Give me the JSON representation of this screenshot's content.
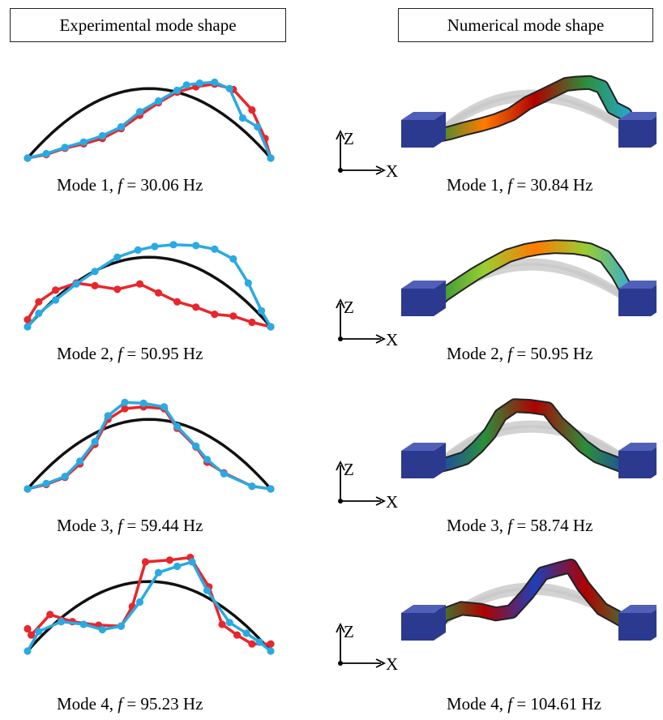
{
  "headers": {
    "experimental": "Experimental  mode shape",
    "numerical": "Numerical  mode shape"
  },
  "axes": {
    "z_label": "Z",
    "x_label": "X"
  },
  "caption_parts": {
    "equals": " = ",
    "unit": " Hz",
    "f_symbol": "f"
  },
  "colors": {
    "undeformed": "#111111",
    "series_red": "#e8262b",
    "series_blue": "#29aae2",
    "support": "#2b3a8f",
    "ghost": "#c8c8c8"
  },
  "modes": [
    {
      "exp_label": "Mode 1,",
      "exp_freq": "30.06",
      "num_label": "Mode 1,",
      "num_freq": "30.84",
      "red": [
        [
          0,
          0
        ],
        [
          1,
          0.04
        ],
        [
          2,
          0.11
        ],
        [
          3,
          0.16
        ],
        [
          4,
          0.22
        ],
        [
          5,
          0.33
        ],
        [
          6,
          0.48
        ],
        [
          7,
          0.62
        ],
        [
          8,
          0.74
        ],
        [
          9,
          0.8
        ],
        [
          10,
          0.83
        ],
        [
          11,
          0.77
        ],
        [
          12,
          0.54
        ],
        [
          12.7,
          0.22
        ],
        [
          13,
          0.0
        ]
      ],
      "blue": [
        [
          0,
          0
        ],
        [
          1,
          0.05
        ],
        [
          2,
          0.12
        ],
        [
          3,
          0.18
        ],
        [
          4,
          0.25
        ],
        [
          5,
          0.35
        ],
        [
          6,
          0.52
        ],
        [
          7,
          0.64
        ],
        [
          8,
          0.76
        ],
        [
          8.5,
          0.82
        ],
        [
          9.2,
          0.84
        ],
        [
          10,
          0.85
        ],
        [
          10.8,
          0.78
        ],
        [
          11.5,
          0.45
        ],
        [
          12.3,
          0.35
        ],
        [
          13,
          0.0
        ]
      ],
      "colorbar": [
        "#2a8f3a",
        "#ff7a00",
        "#b00000",
        "#2a8f3a",
        "#29aae2"
      ]
    },
    {
      "exp_label": "Mode 2,",
      "exp_freq": "50.95",
      "num_label": "Mode 2,",
      "num_freq": "50.95",
      "red": [
        [
          0,
          0.08
        ],
        [
          0.6,
          0.28
        ],
        [
          1.5,
          0.41
        ],
        [
          2.6,
          0.49
        ],
        [
          3.6,
          0.46
        ],
        [
          4.8,
          0.42
        ],
        [
          6.0,
          0.48
        ],
        [
          7.0,
          0.38
        ],
        [
          8.0,
          0.28
        ],
        [
          9.0,
          0.22
        ],
        [
          10.0,
          0.14
        ],
        [
          11.0,
          0.12
        ],
        [
          12.0,
          0.05
        ],
        [
          13,
          0.0
        ]
      ],
      "blue": [
        [
          0,
          0.0
        ],
        [
          0.6,
          0.15
        ],
        [
          1.5,
          0.3
        ],
        [
          2.6,
          0.48
        ],
        [
          3.6,
          0.62
        ],
        [
          4.8,
          0.78
        ],
        [
          5.9,
          0.86
        ],
        [
          6.8,
          0.9
        ],
        [
          7.8,
          0.92
        ],
        [
          9.0,
          0.91
        ],
        [
          10.0,
          0.87
        ],
        [
          11.0,
          0.76
        ],
        [
          11.8,
          0.49
        ],
        [
          12.5,
          0.18
        ],
        [
          13,
          0.0
        ]
      ],
      "colorbar": [
        "#2a8f3a",
        "#9acd32",
        "#ff7a00",
        "#9acd32",
        "#29aae2"
      ]
    },
    {
      "exp_label": "Mode 3,",
      "exp_freq": "59.44",
      "num_label": "Mode 3,",
      "num_freq": "58.74",
      "red": [
        [
          0,
          0
        ],
        [
          1.0,
          0.05
        ],
        [
          2.0,
          0.13
        ],
        [
          2.8,
          0.28
        ],
        [
          3.6,
          0.5
        ],
        [
          4.3,
          0.78
        ],
        [
          5.2,
          0.9
        ],
        [
          6.2,
          0.92
        ],
        [
          7.3,
          0.9
        ],
        [
          8.0,
          0.68
        ],
        [
          9.0,
          0.47
        ],
        [
          9.6,
          0.3
        ],
        [
          10.5,
          0.18
        ],
        [
          12.0,
          0.03
        ],
        [
          13,
          0.0
        ]
      ],
      "blue": [
        [
          0,
          0
        ],
        [
          1.0,
          0.06
        ],
        [
          2.0,
          0.14
        ],
        [
          2.8,
          0.31
        ],
        [
          3.6,
          0.53
        ],
        [
          4.3,
          0.82
        ],
        [
          5.2,
          0.97
        ],
        [
          6.2,
          0.96
        ],
        [
          7.3,
          0.92
        ],
        [
          8.0,
          0.7
        ],
        [
          9.0,
          0.48
        ],
        [
          9.6,
          0.33
        ],
        [
          10.5,
          0.17
        ],
        [
          12.0,
          0.03
        ],
        [
          13,
          0.0
        ]
      ],
      "colorbar": [
        "#1e3fb8",
        "#2a8f3a",
        "#b00000",
        "#2a8f3a",
        "#1e3fb8"
      ]
    },
    {
      "exp_label": "Mode 4,",
      "exp_freq": "95.23",
      "num_label": "Mode 4,",
      "num_freq": "104.61",
      "red": [
        [
          0,
          0.25
        ],
        [
          0.2,
          0.18
        ],
        [
          1.2,
          0.41
        ],
        [
          2.4,
          0.33
        ],
        [
          3.8,
          0.29
        ],
        [
          5.0,
          0.28
        ],
        [
          5.6,
          0.5
        ],
        [
          6.3,
          1.0
        ],
        [
          7.6,
          1.02
        ],
        [
          8.7,
          1.05
        ],
        [
          9.7,
          0.72
        ],
        [
          10.4,
          0.3
        ],
        [
          11.2,
          0.18
        ],
        [
          12.0,
          0.08
        ],
        [
          13,
          0.08
        ]
      ],
      "blue": [
        [
          0,
          0
        ],
        [
          0.6,
          0.22
        ],
        [
          1.8,
          0.33
        ],
        [
          3.0,
          0.3
        ],
        [
          4.0,
          0.24
        ],
        [
          5.0,
          0.28
        ],
        [
          6.0,
          0.55
        ],
        [
          7.0,
          0.88
        ],
        [
          8.0,
          0.95
        ],
        [
          8.8,
          1.0
        ],
        [
          9.6,
          0.68
        ],
        [
          10.8,
          0.32
        ],
        [
          11.7,
          0.2
        ],
        [
          12.4,
          0.1
        ],
        [
          13,
          0.0
        ]
      ],
      "colorbar": [
        "#2a8f3a",
        "#b00000",
        "#1e3fb8",
        "#b00000",
        "#2a8f3a"
      ]
    }
  ]
}
